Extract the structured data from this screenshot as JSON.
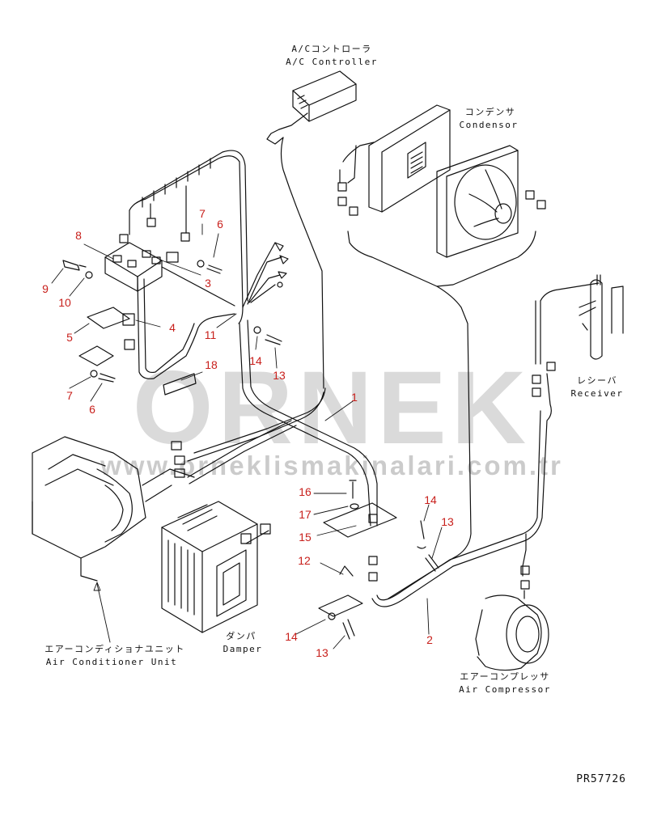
{
  "controller": {
    "ja": "A/Cコントローラ",
    "en": "A/C Controller"
  },
  "condenser": {
    "ja": "コンデンサ",
    "en": "Condensor"
  },
  "receiver": {
    "ja": "レシーバ",
    "en": "Receiver"
  },
  "damper": {
    "ja": "ダンパ",
    "en": "Damper"
  },
  "ac_unit": {
    "ja": "エアーコンディショナユニット",
    "en": "Air Conditioner Unit"
  },
  "compressor": {
    "ja": "エアーコンプレッサ",
    "en": "Air Compressor"
  },
  "part_code": "PR57726",
  "watermark": {
    "brand": "ORNEK",
    "url": "www.orneklismakinalari.com.tr"
  },
  "callouts": [
    "8",
    "7",
    "6",
    "9",
    "10",
    "3",
    "4",
    "5",
    "11",
    "14",
    "13",
    "18",
    "7",
    "6",
    "1",
    "16",
    "17",
    "15",
    "14",
    "13",
    "12",
    "14",
    "13",
    "2"
  ]
}
